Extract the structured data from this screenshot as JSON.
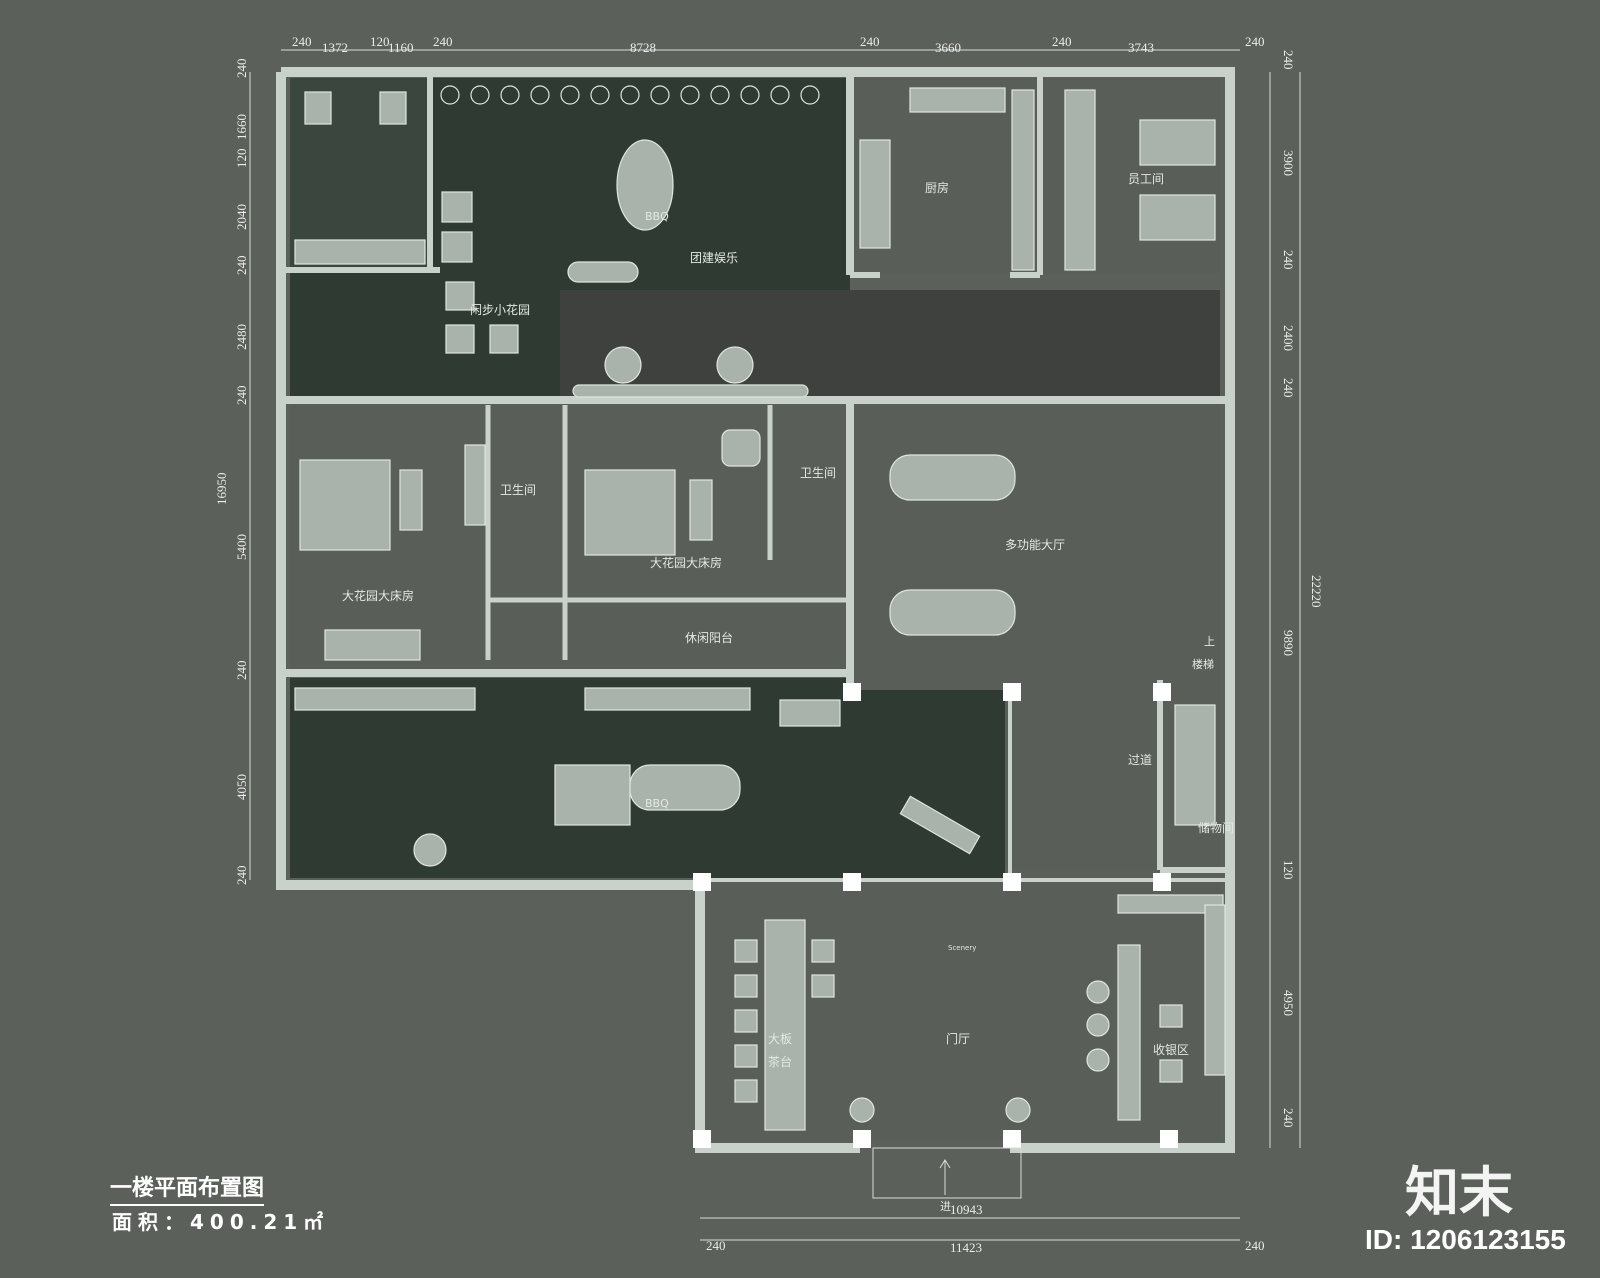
{
  "dimensions": {
    "top": [
      "240",
      "1372",
      "120",
      "1160",
      "240",
      "8728",
      "240",
      "3660",
      "240",
      "3743",
      "240"
    ],
    "left": [
      "240",
      "1660",
      "120",
      "2040",
      "240",
      "2480",
      "240",
      "16950",
      "5400",
      "240",
      "4050",
      "240"
    ],
    "right": [
      "240",
      "3900",
      "240",
      "2400",
      "240",
      "22220",
      "9890",
      "120",
      "4950",
      "240"
    ],
    "bottom": [
      "240",
      "10943",
      "11423",
      "240"
    ]
  },
  "rooms": {
    "kitchen": "厨房",
    "staff_room": "员工间",
    "team_entertainment": "团建娱乐",
    "garden_walk": "闲步小花园",
    "bbq_top": "BBQ",
    "bathroom_1": "卫生间",
    "bathroom_2": "卫生间",
    "bedroom_1": "大花园大床房",
    "bedroom_2": "大花园大床房",
    "multifunction_hall": "多功能大厅",
    "leisure_balcony": "休闲阳台",
    "stairs": "楼梯",
    "stairs_up": "上",
    "corridor": "过道",
    "storage": "储物间",
    "bbq_bottom": "BBQ",
    "entrance_hall": "门厅",
    "cashier": "收银区",
    "tea_table_1": "大板",
    "tea_table_2": "茶台",
    "entry": "进",
    "scenery": "Scenery"
  },
  "title": "一楼平面布置图",
  "area": "面积：400.21㎡",
  "watermark_logo": "知末",
  "id_text": "ID: 1206123155",
  "colors": {
    "background": "#5c605b",
    "wall": "#c9d1cb",
    "dark_floor": "#2f3a33",
    "hall_floor": "#5a5e59",
    "furniture": "#a9b3ab"
  }
}
